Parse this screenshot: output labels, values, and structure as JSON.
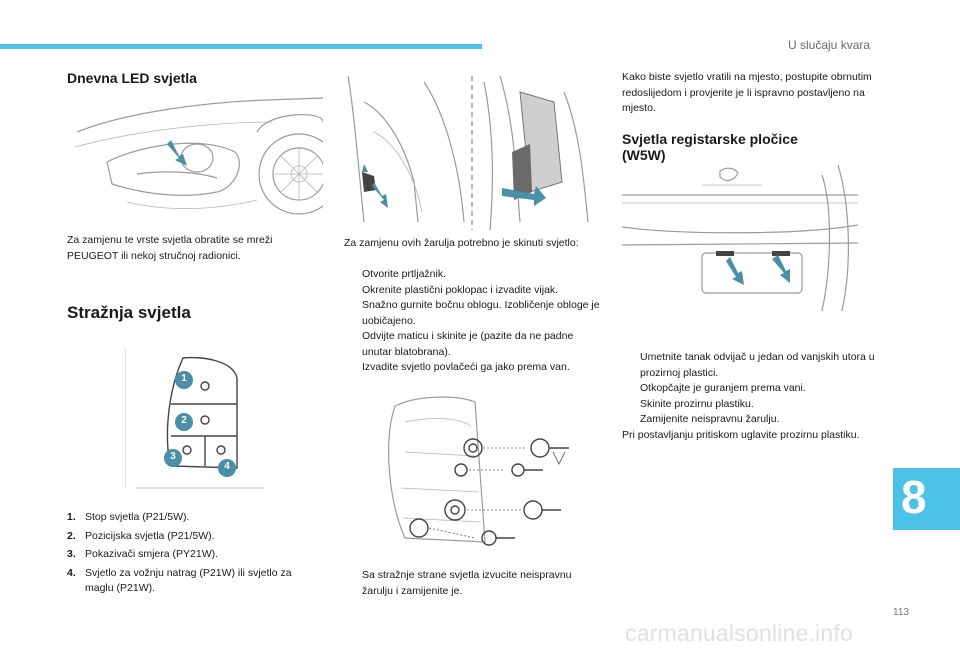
{
  "header": {
    "section_title": "U slučaju kvara",
    "chapter_number": "8",
    "page_number": "113",
    "watermark": "carmanualsonline.info"
  },
  "colors": {
    "accent": "#4cc2e6",
    "callout": "#4a8ea8"
  },
  "led": {
    "title": "Dnevna LED svjetla",
    "text": "Za zamjenu te vrste svjetla obratite se mreži PEUGEOT ili nekoj stručnoj radionici."
  },
  "rear": {
    "title": "Stražnja svjetla",
    "callouts": [
      "1",
      "2",
      "3",
      "4"
    ],
    "items": [
      {
        "num": "1.",
        "text": "Stop svjetla (P21/5W)."
      },
      {
        "num": "2.",
        "text": "Pozicijska svjetla (P21/5W)."
      },
      {
        "num": "3.",
        "text": "Pokazivači smjera (PY21W)."
      },
      {
        "num": "4.",
        "text": "Svjetlo za vožnju natrag (P21W) ili svjetlo za maglu (P21W)."
      }
    ]
  },
  "middle": {
    "intro": "Za zamjenu ovih žarulja potrebno je skinuti svjetlo:",
    "bullet_glyph": "",
    "steps": [
      "Otvorite prtljažnik.",
      "Okrenite plastični poklopac i izvadite vijak.",
      "Snažno gurnite bočnu oblogu. Izobličenje obloge je uobičajeno.",
      "Odvijte maticu i skinite je (pazite da ne padne unutar blatobrana).",
      "Izvadite svjetlo povlačeći ga jako prema van."
    ],
    "bottom_step": "Sa stražnje strane svjetla izvucite neispravnu žarulju i zamijenite je."
  },
  "right": {
    "intro": "Kako biste svjetlo vratili na mjesto, postupite obrnutim redoslijedom i provjerite je li ispravno postavljeno na mjesto.",
    "plate_title": "Svjetla registarske pločice (W5W)",
    "steps": [
      "Umetnite tanak odvijač u jedan od vanjskih utora u prozirnoj plastici.",
      "Otkopčajte je guranjem prema vani.",
      "Skinite prozirnu plastiku.",
      "Zamijenite neispravnu žarulju."
    ],
    "closing": "Pri postavljanju pritiskom uglavite prozirnu plastiku."
  }
}
